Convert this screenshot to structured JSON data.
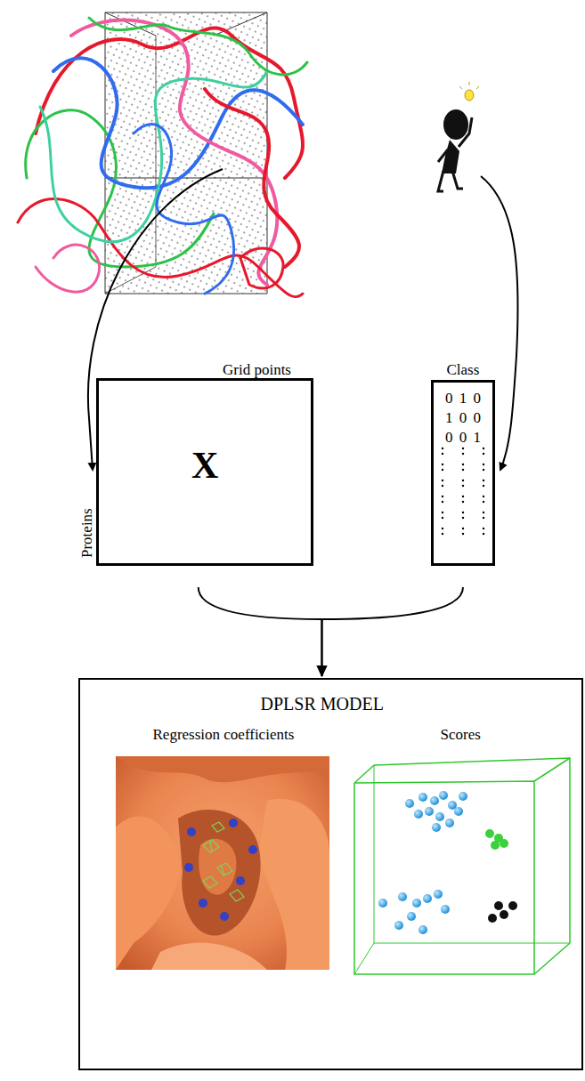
{
  "diagram": {
    "nodes": [
      {
        "text": [
          "Grid points",
          "X",
          "Proteins"
        ]
      },
      {
        "text": [
          "Class",
          "0 1 0",
          "1 0 0",
          "0 0 1"
        ]
      },
      {
        "text": [
          "DPLSR MODEL",
          "Regression coefficients",
          "Scores"
        ]
      }
    ],
    "edges": [
      {
        "from": 0,
        "to": 2,
        "arrow": "to"
      },
      {
        "from": 1,
        "to": 2,
        "arrow": "to"
      }
    ]
  }
}
